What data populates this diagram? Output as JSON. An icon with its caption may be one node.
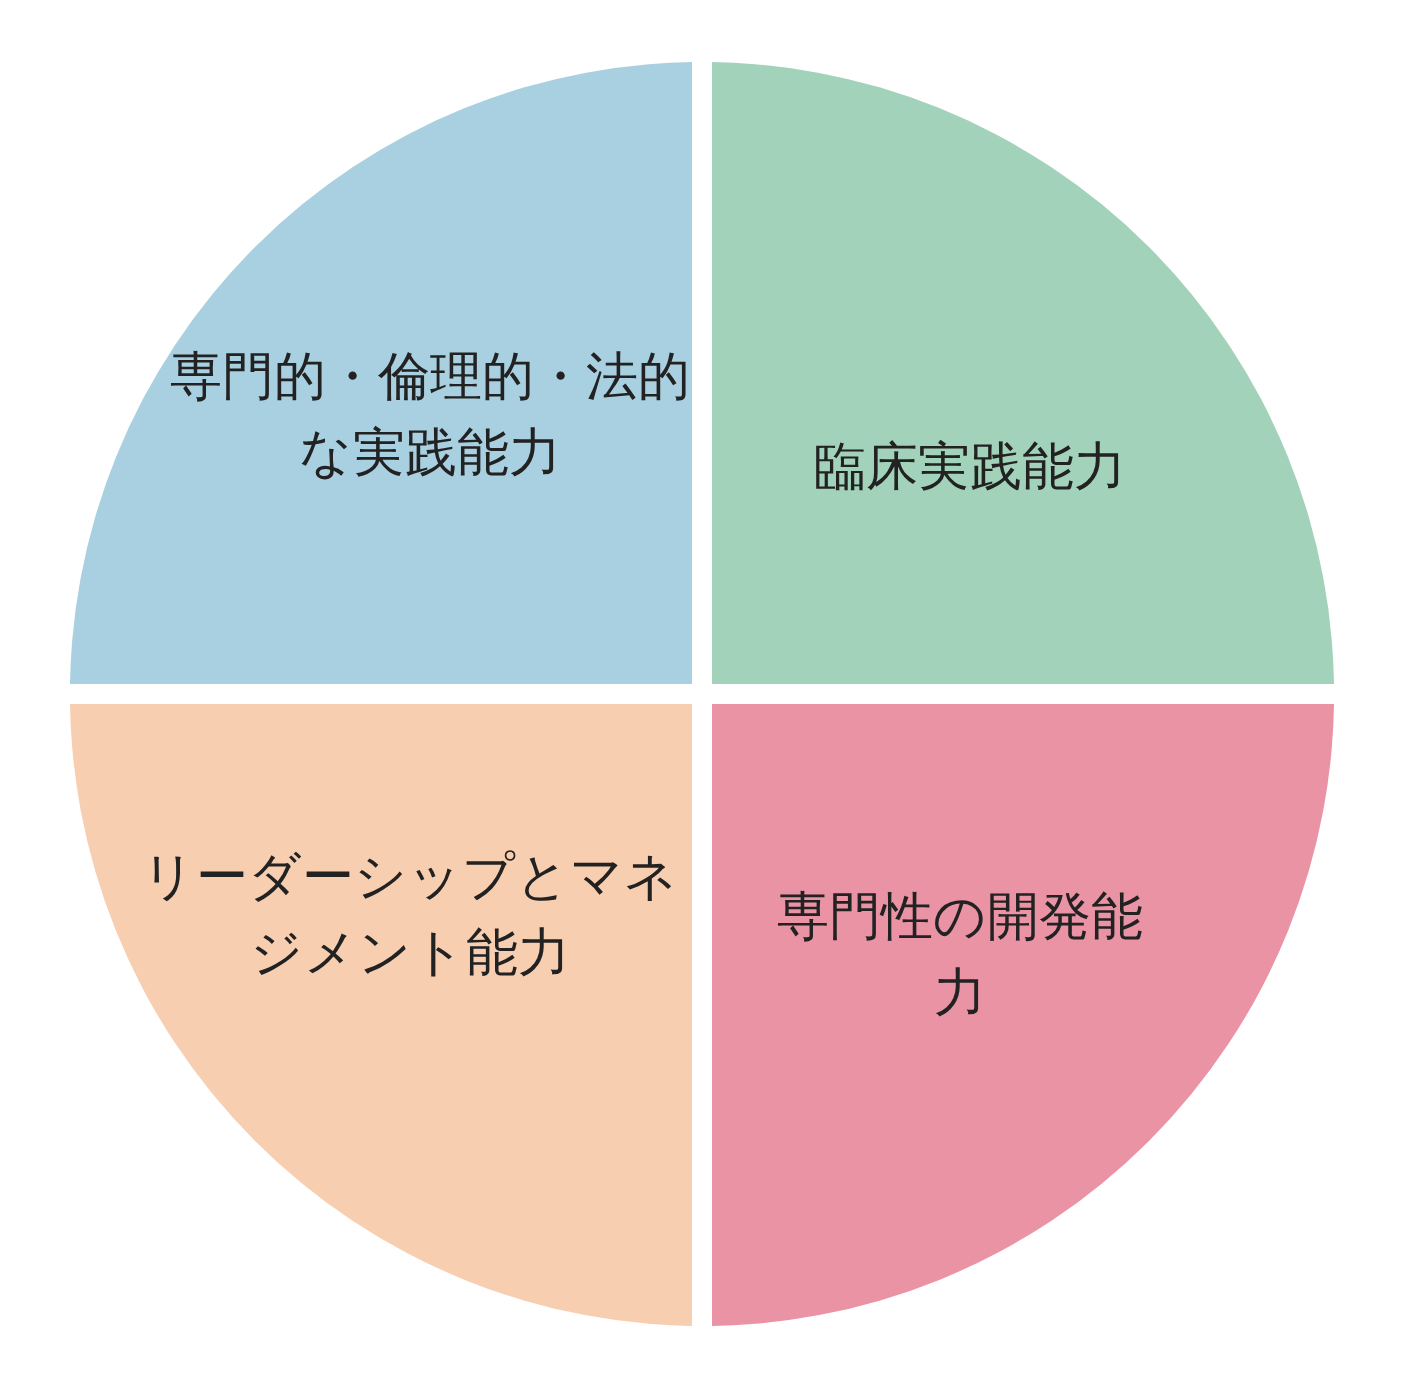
{
  "diagram": {
    "nodes": [
      {
        "text": [
          "専門的・倫理的・法的な実践能力"
        ]
      },
      {
        "text": [
          "臨床実践能力"
        ]
      },
      {
        "text": [
          "リーダーシップとマネジメント能力"
        ]
      },
      {
        "text": [
          "専門性の開発能力"
        ]
      }
    ]
  }
}
